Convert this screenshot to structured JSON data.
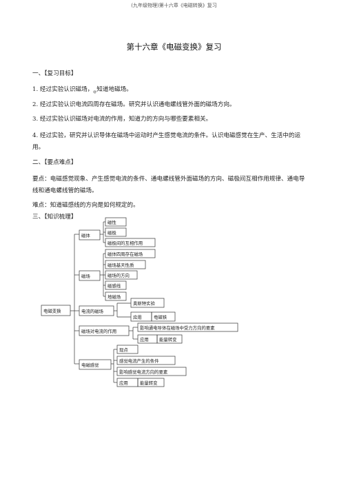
{
  "header": "(九年级物理)第十六章《电磁转换》复习",
  "title": "第十六章《电磁变换》复习",
  "sections": {
    "s1": "一、【复习目标】",
    "s2": "二、【要点难点】",
    "s3": "三、【知识梳理】"
  },
  "goals": [
    "1. 经过实验认识磁场，",
    "知道地磁场。",
    "2. 经过实验认识电流四周存在磁场。研究并认识通电螺线管外面的磁场方向。",
    "3. 经过实验认识磁场对电流的作用，知道力的方向与哪些要素相关。",
    "4. 经过实验，研究并认识导体在磁场中运动时产生感觉电流的条件。认识电磁感觉在生产、生活中的运用。"
  ],
  "goal1_sub": "@",
  "points": {
    "key": "要点：电磁感觉现象、产生感觉电流的条件、通电螺线管外面磁场的方向、磁极间互相作用规律、通电导线和通电螺线管的磁场。",
    "difficult": "难点：知道磁感线的方向是如何规定的。"
  },
  "diagram": {
    "root": "电磁变换",
    "magnetism": "磁体",
    "magnetism_items": [
      "磁性",
      "磁极",
      "磁极间的互相作用"
    ],
    "field": "磁场",
    "field_items": [
      "磁体四周存在磁场",
      "磁场基天性质",
      "磁场的方向",
      "磁感线",
      "地磁场"
    ],
    "current_field": "电流的磁场",
    "oersted": "奥斯特实验",
    "current_app": "应用",
    "electromagnet": "电磁铁",
    "force": "磁场对电流的作用",
    "force_factor": "影响通电导体在磁场中受力方向的要素",
    "force_app": "应用",
    "force_energy": "能量转变",
    "induction": "电磁感觉",
    "induction_items": [
      "现点",
      "感觉电流产生的条件",
      "影响感觉电流方向的要素"
    ],
    "induction_app": "应用",
    "induction_energy": "能量转变"
  }
}
